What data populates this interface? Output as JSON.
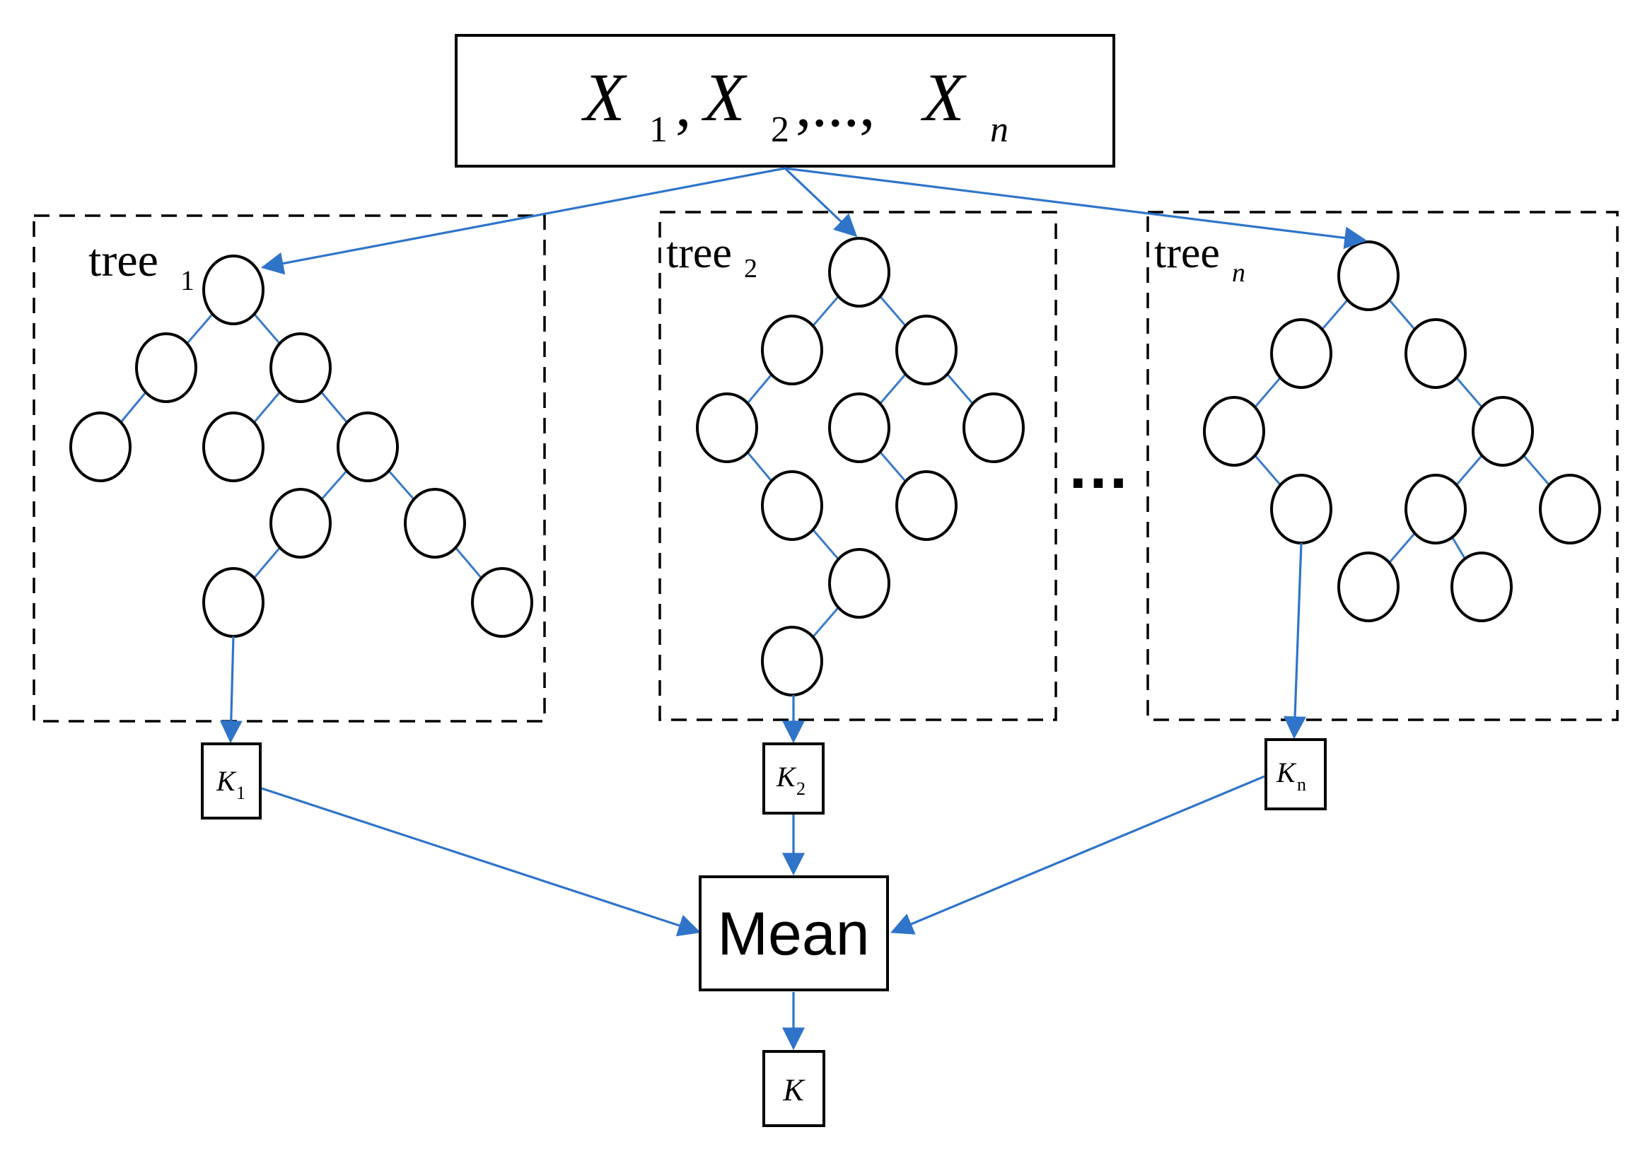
{
  "colors": {
    "arrow": "#2f74c9",
    "tree_edge": "#3a7bc8",
    "node_stroke": "#000000",
    "box_stroke": "#000000",
    "background": "#ffffff"
  },
  "input": {
    "X": "X",
    "sub1": "1",
    "sub2": "2",
    "subn": "n",
    "sep1": ",",
    "sep2": ",...,"
  },
  "trees": [
    {
      "label": "tree",
      "sub": "1"
    },
    {
      "label": "tree",
      "sub": "2"
    },
    {
      "label": "tree",
      "sub": "n"
    }
  ],
  "ellipsis": "…",
  "outputs": [
    {
      "K": "K",
      "sub": "1"
    },
    {
      "K": "K",
      "sub": "2"
    },
    {
      "K": "K",
      "sub": "n"
    }
  ],
  "aggregator": "Mean",
  "final_output": "K"
}
